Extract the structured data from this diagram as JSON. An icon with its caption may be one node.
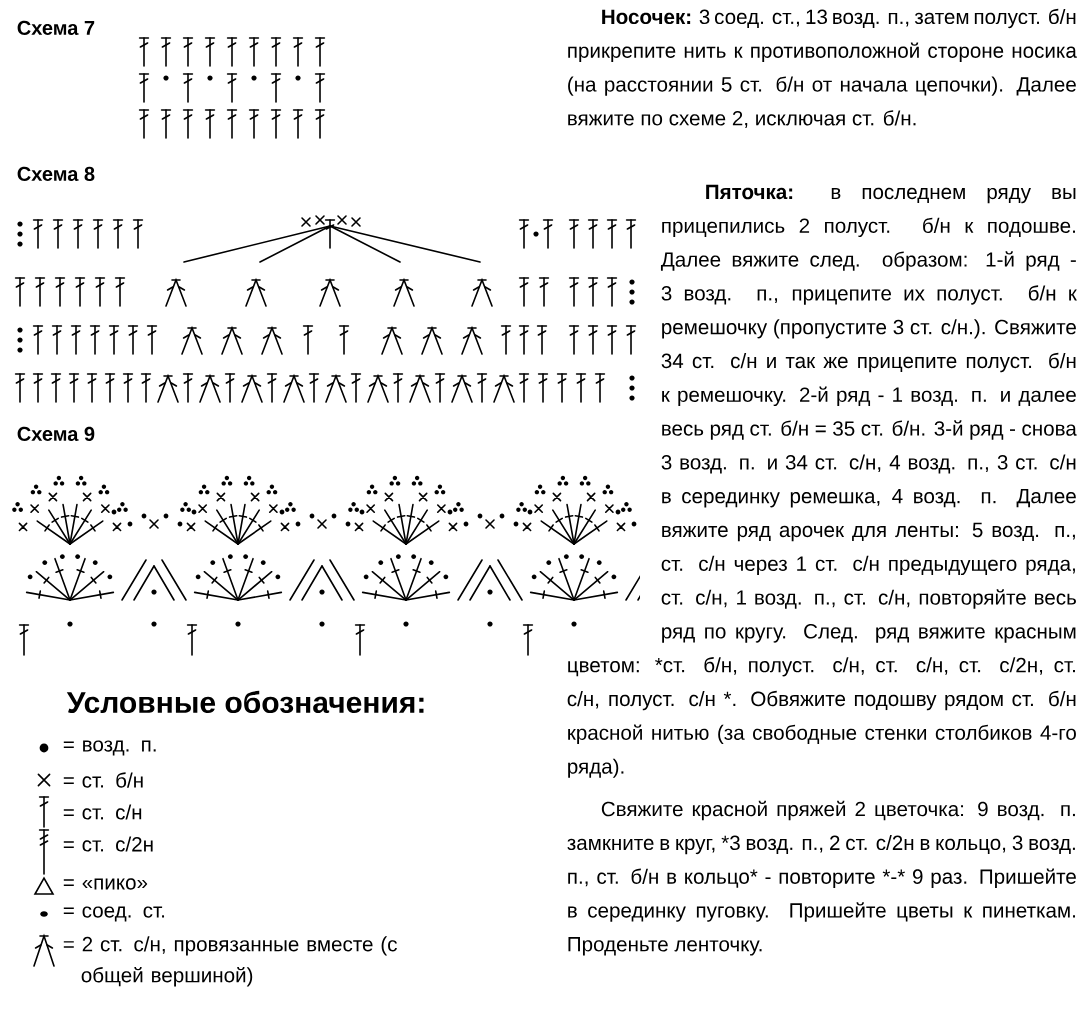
{
  "diagram": {
    "labels": [
      "Схема 7",
      "Схема 8",
      "Схема 9",
      "Условные обозначения:",
      "**Носочек:** 3 соед. ст., 13 возд. п., затем полуст. б/н прикрепите нить к противоположной стороне носика (на расстоянии 5 ст. б/н от начала цепочки). Далее вяжите по схеме 2, исключая ст. б/н.",
      "**Пяточка:** в последнем ряду вы прицепились 2 полуст. б/н к подошве. Далее вяжите след. образом: 1-й ряд - 3 возд. п., прицепите их полуст. б/н к ремешочку (пропустите 3 ст. с/н.). Свяжите 34 ст. с/н и так же прицепите полуст. б/н к ремешочку. 2-й ряд - 1 возд. п. и далее весь ряд ст. б/н = 35 ст. б/н. 3-й ряд - снова 3 возд. п. и 34 ст. с/н, 4 возд. п., 3 ст. с/н в серединку ремешка, 4 возд. п. Далее вяжите ряд арочек для ленты: 5 возд. п., ст. с/н через 1 ст. с/н предыдущего ряда, ст. с/н, 1 возд. п., ст. с/н, повторяйте весь ряд по кругу. След. ряд вяжите красным цветом: *ст. б/н, полуст. с/н, ст. с/н, ст. с/2н, ст. с/н, полуст. с/н *. Обвяжите подошву рядом ст. б/н красной нитью (за свободные стенки столбиков 4-го ряда).",
      "Свяжите красной пряжей 2 цветочка: 9 возд. п. замкните в круг, *3 возд. п., 2 ст. с/2н в кольцо, 3 возд. п., ст. б/н в кольцо",
      "* - повторите *-",
      "* 9 раз. Пришейте в серединку пуговку. Пришейте  цветы к пинеткам. Проденьте ленточку."
    ],
    "legend": [
      {
        "text": "= возд. п."
      },
      {
        "text": "= ст. б/н"
      },
      {
        "text": "= ст. с/н"
      },
      {
        "text": "= ст. с/2н"
      },
      {
        "text": "= «пико»"
      },
      {
        "text": "= соед. ст."
      },
      {
        "text": "= 2 ст. с/н, провязанные вместе (с общей вершиной)"
      }
    ]
  }
}
